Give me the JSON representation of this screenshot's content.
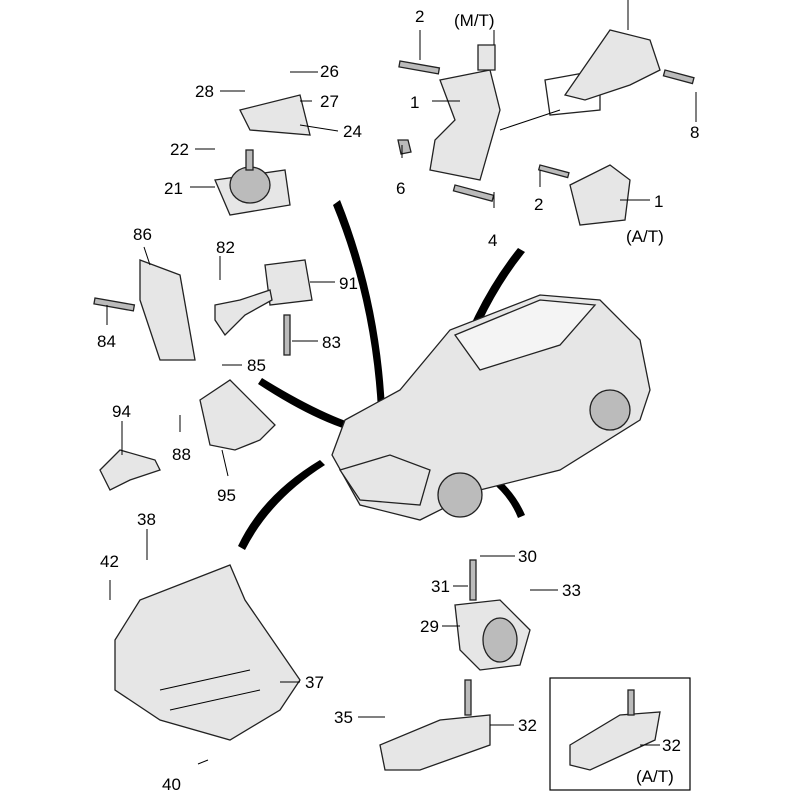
{
  "callouts": [
    {
      "text": "2"
    },
    {
      "text": "(M/T)"
    },
    {
      "text": "1"
    },
    {
      "text": "6"
    },
    {
      "text": "4"
    },
    {
      "text": "8"
    },
    {
      "text": "2"
    },
    {
      "text": "1"
    },
    {
      "text": "(A/T)"
    },
    {
      "text": "28"
    },
    {
      "text": "26"
    },
    {
      "text": "27"
    },
    {
      "text": "24"
    },
    {
      "text": "22"
    },
    {
      "text": "21"
    },
    {
      "text": "86"
    },
    {
      "text": "82"
    },
    {
      "text": "91"
    },
    {
      "text": "84"
    },
    {
      "text": "83"
    },
    {
      "text": "85"
    },
    {
      "text": "94"
    },
    {
      "text": "88"
    },
    {
      "text": "95"
    },
    {
      "text": "38"
    },
    {
      "text": "42"
    },
    {
      "text": "37"
    },
    {
      "text": "40"
    },
    {
      "text": "30"
    },
    {
      "text": "31"
    },
    {
      "text": "33"
    },
    {
      "text": "29"
    },
    {
      "text": "35"
    },
    {
      "text": "32"
    },
    {
      "text": "32"
    },
    {
      "text": "(A/T)"
    }
  ]
}
